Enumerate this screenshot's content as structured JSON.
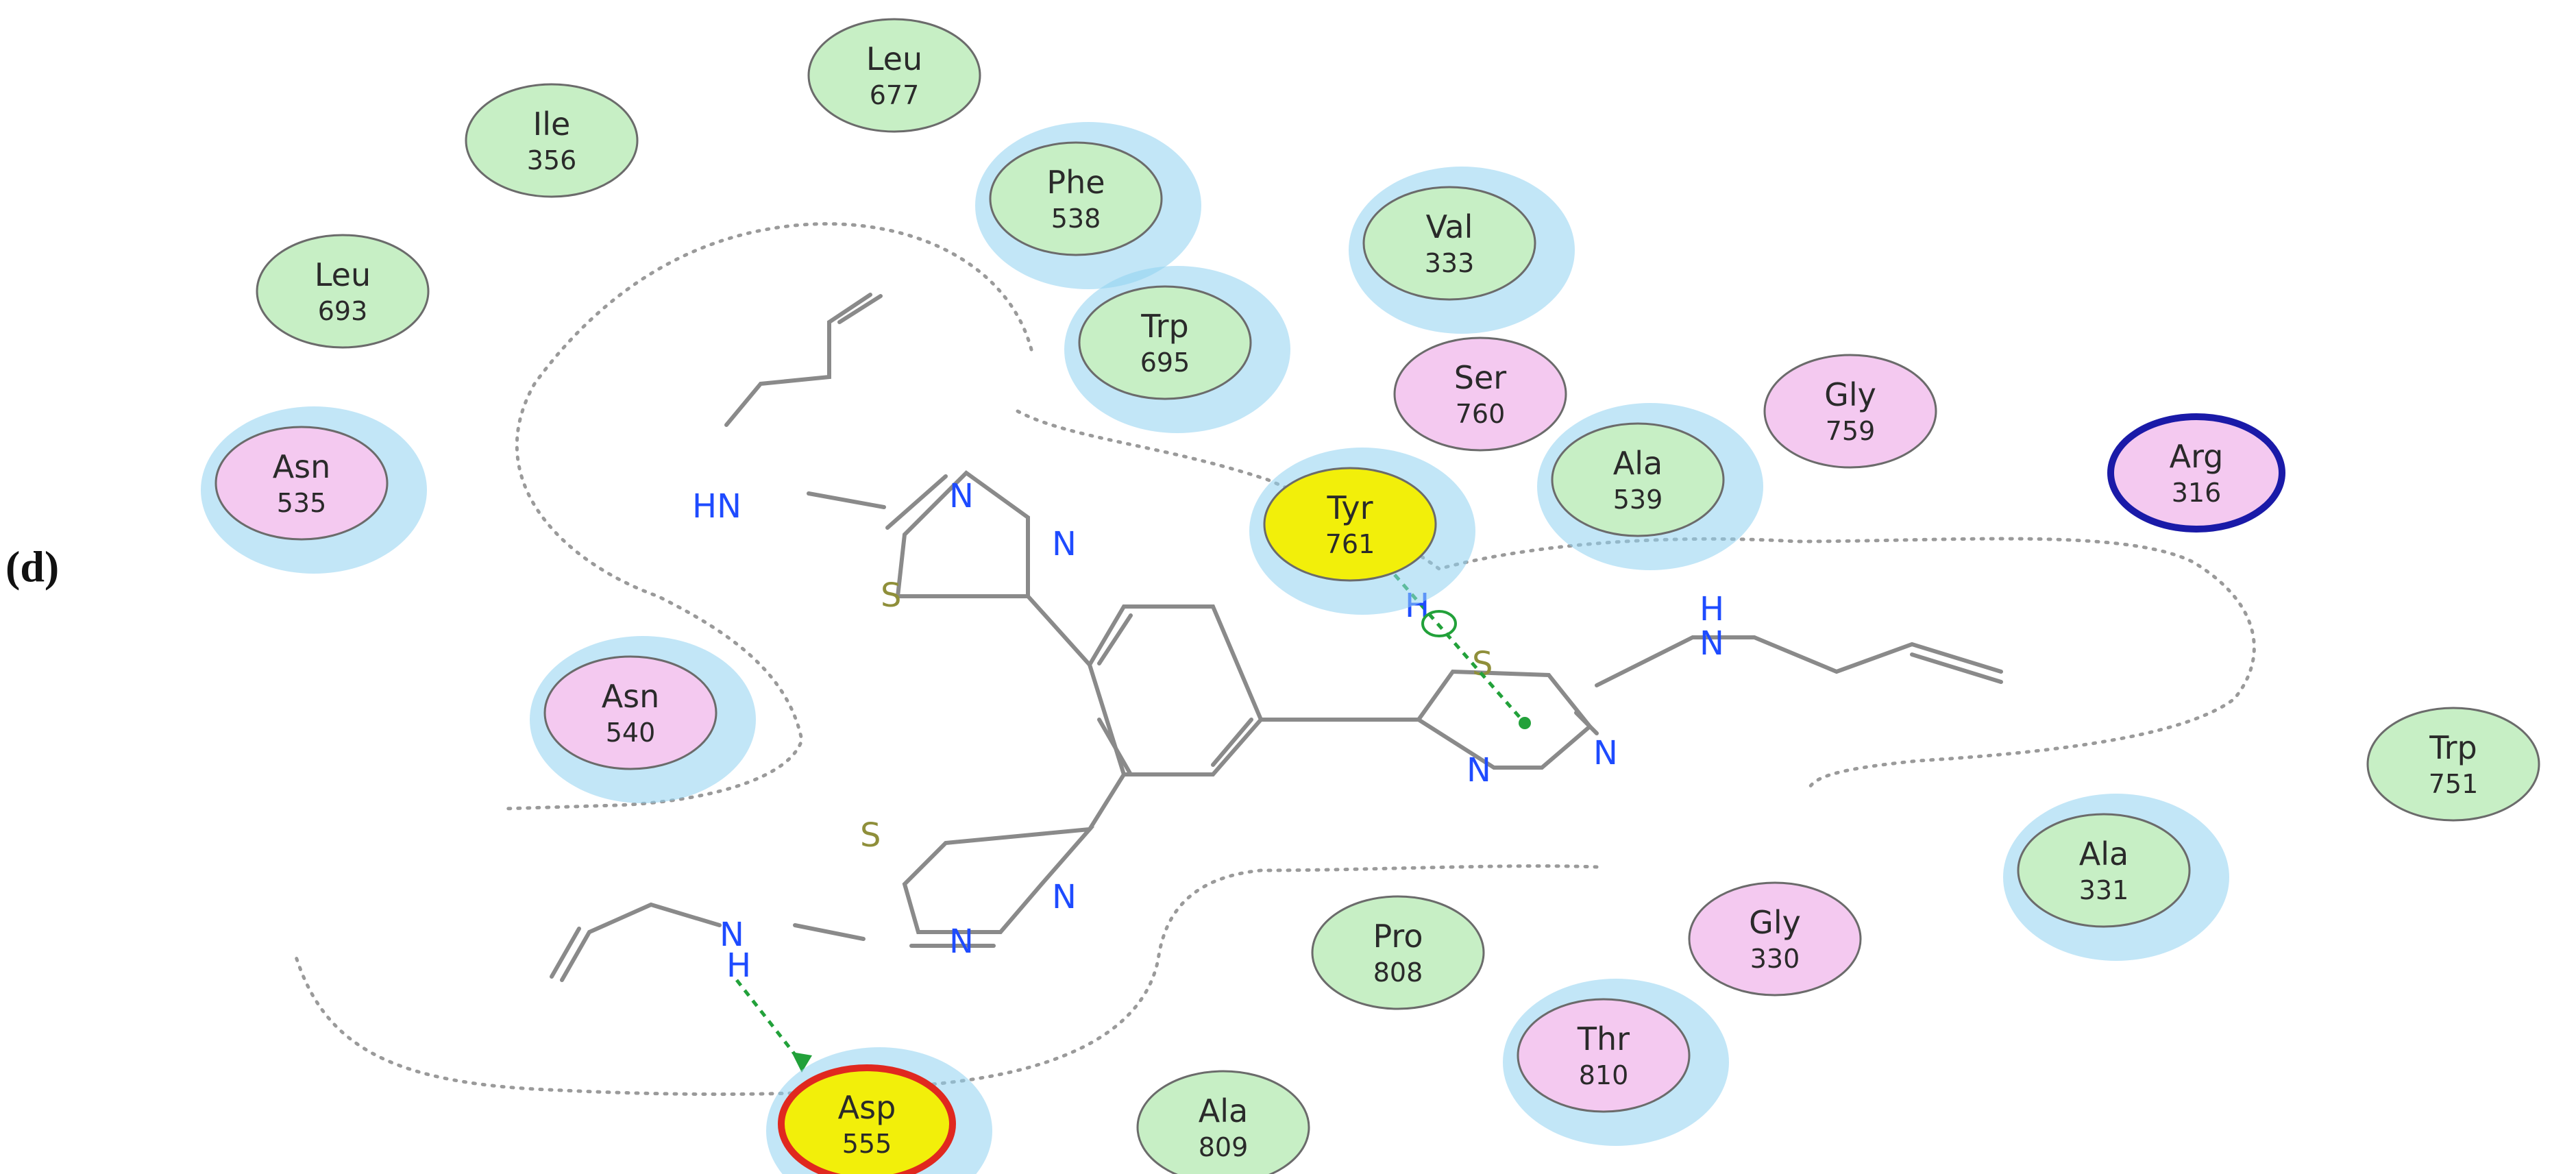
{
  "panel_label": "(d)",
  "colors": {
    "hydrophobic": "#c7efc5",
    "polar": "#f4c9f0",
    "highlight": "#f2ef0a",
    "solvent_halo": "#8fd1f0",
    "hbond": "#22a13a",
    "nitrogen": "#1e4bff",
    "sulfur": "#8f8f3a",
    "acidic_ring": "#e0281f",
    "basic_ring": "#1a1aa8"
  },
  "residues": [
    {
      "name": "Leu",
      "num": "677",
      "type": "hydrophobic",
      "halo": false
    },
    {
      "name": "Ile",
      "num": "356",
      "type": "hydrophobic",
      "halo": false
    },
    {
      "name": "Phe",
      "num": "538",
      "type": "hydrophobic",
      "halo": true
    },
    {
      "name": "Val",
      "num": "333",
      "type": "hydrophobic",
      "halo": true
    },
    {
      "name": "Leu",
      "num": "693",
      "type": "hydrophobic",
      "halo": false
    },
    {
      "name": "Trp",
      "num": "695",
      "type": "hydrophobic",
      "halo": true
    },
    {
      "name": "Ser",
      "num": "760",
      "type": "polar",
      "halo": false
    },
    {
      "name": "Gly",
      "num": "759",
      "type": "polar",
      "halo": false
    },
    {
      "name": "Arg",
      "num": "316",
      "type": "polar",
      "halo": false,
      "ring": "basic"
    },
    {
      "name": "Asn",
      "num": "535",
      "type": "polar",
      "halo": true
    },
    {
      "name": "Tyr",
      "num": "761",
      "type": "highlight",
      "halo": true
    },
    {
      "name": "Ala",
      "num": "539",
      "type": "hydrophobic",
      "halo": true
    },
    {
      "name": "Asn",
      "num": "540",
      "type": "polar",
      "halo": true
    },
    {
      "name": "Trp",
      "num": "751",
      "type": "hydrophobic",
      "halo": false
    },
    {
      "name": "Ala",
      "num": "331",
      "type": "hydrophobic",
      "halo": true
    },
    {
      "name": "Gly",
      "num": "330",
      "type": "polar",
      "halo": false
    },
    {
      "name": "Pro",
      "num": "808",
      "type": "hydrophobic",
      "halo": false
    },
    {
      "name": "Thr",
      "num": "810",
      "type": "polar",
      "halo": true
    },
    {
      "name": "Asp",
      "num": "555",
      "type": "highlight",
      "halo": true,
      "ring": "acidic"
    },
    {
      "name": "Ala",
      "num": "809",
      "type": "hydrophobic",
      "halo": false
    }
  ],
  "atoms": {
    "nitrogen": "N",
    "sulfur": "S",
    "hydrogen": "H",
    "amine": "HN"
  }
}
